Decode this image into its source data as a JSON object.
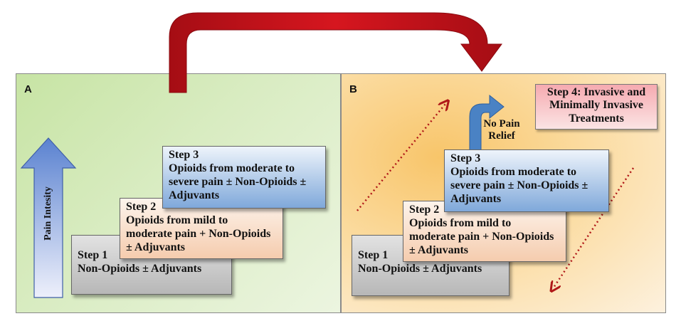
{
  "panel_a": {
    "label": "A",
    "axis_label": "Pain Intesity",
    "steps": [
      {
        "title": "Step 1",
        "body": "Non-Opioids ± Adjuvants"
      },
      {
        "title": "Step 2",
        "body": "Opioids from mild to moderate pain + Non-Opioids ± Adjuvants"
      },
      {
        "title": "Step 3",
        "body": "Opioids from moderate to severe pain ± Non-Opioids ± Adjuvants"
      }
    ]
  },
  "panel_b": {
    "label": "B",
    "steps": [
      {
        "title": "Step 1",
        "body": "Non-Opioids ± Adjuvants"
      },
      {
        "title": "Step 2",
        "body": "Opioids from mild to moderate pain + Non-Opioids ± Adjuvants"
      },
      {
        "title": "Step 3",
        "body": "Opioids from moderate to severe pain ± Non-Opioids ± Adjuvants"
      }
    ],
    "step4": {
      "title": "Step 4: Invasive and Minimally Invasive Treatments"
    },
    "relief_label": "No Pain Relief"
  },
  "colors": {
    "transition_arrow": "#c0111a",
    "relief_arrow": "#4a82c4",
    "dotted_arrows": "#b01818",
    "intensity_arrow_top": "#5a82d0",
    "intensity_arrow_bottom": "#eef0fb"
  }
}
